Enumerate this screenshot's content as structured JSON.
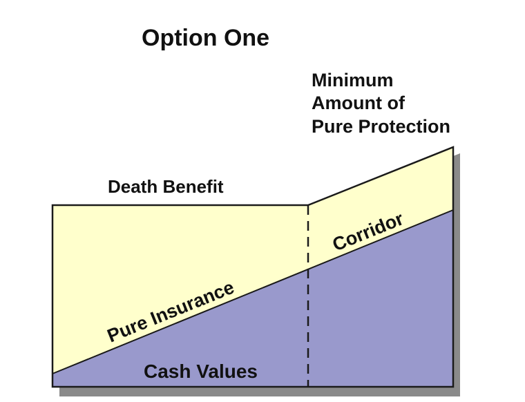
{
  "title": "Option One",
  "labels": {
    "minimum_line1": "Minimum",
    "minimum_line2": "Amount of",
    "minimum_line3": "Pure Protection",
    "death_benefit": "Death Benefit",
    "corridor": "Corridor",
    "pure_insurance": "Pure Insurance",
    "cash_values": "Cash Values"
  },
  "colors": {
    "pure_insurance_fill": "#ffffcc",
    "cash_values_fill": "#9999cc",
    "shadow": "#8a8a8a",
    "outline": "#1a1a1a"
  }
}
